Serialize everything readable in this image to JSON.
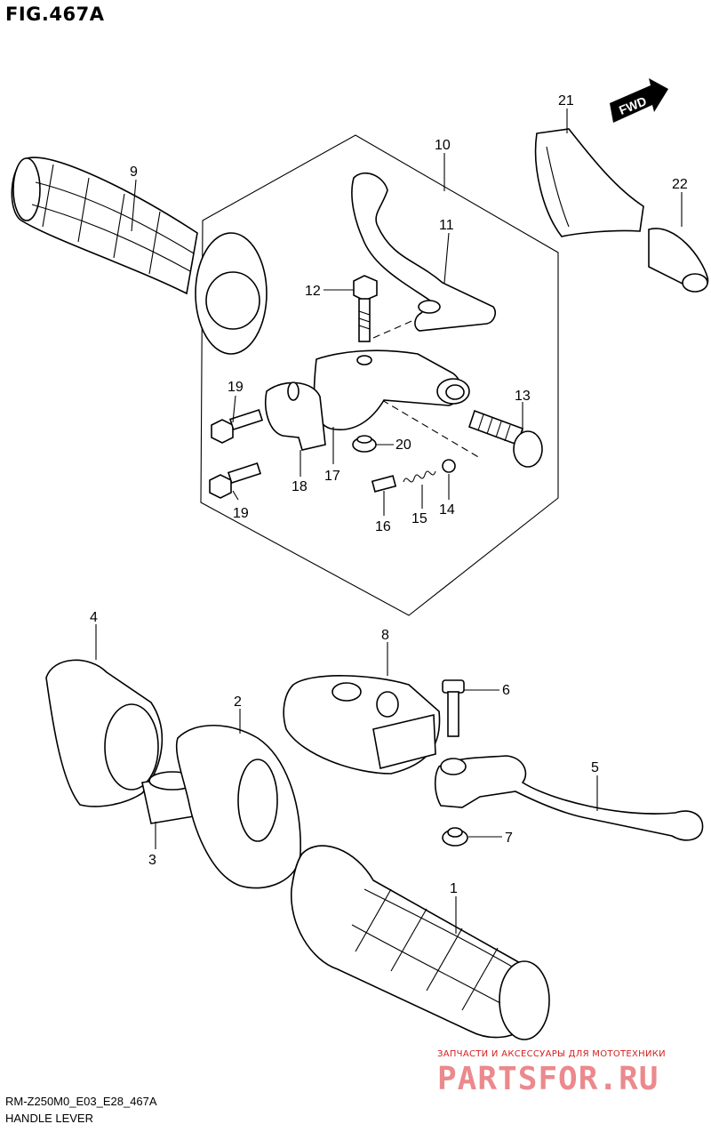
{
  "figure": {
    "title": "FIG.467A",
    "code": "RM-Z250M0_E03_E28_467A",
    "name": "HANDLE LEVER"
  },
  "direction_badge": "FWD",
  "callouts": [
    "1",
    "2",
    "3",
    "4",
    "5",
    "6",
    "7",
    "8",
    "9",
    "10",
    "11",
    "12",
    "13",
    "14",
    "15",
    "16",
    "17",
    "18",
    "19",
    "19",
    "20",
    "21",
    "22"
  ],
  "watermark": {
    "line1": "ЗАПЧАСТИ И АКСЕССУАРЫ ДЛЯ МОТОТЕХНИКИ",
    "line2": "PARTSFOR.RU"
  },
  "colors": {
    "watermark_red": "#d21f1f",
    "ink": "#000000"
  }
}
